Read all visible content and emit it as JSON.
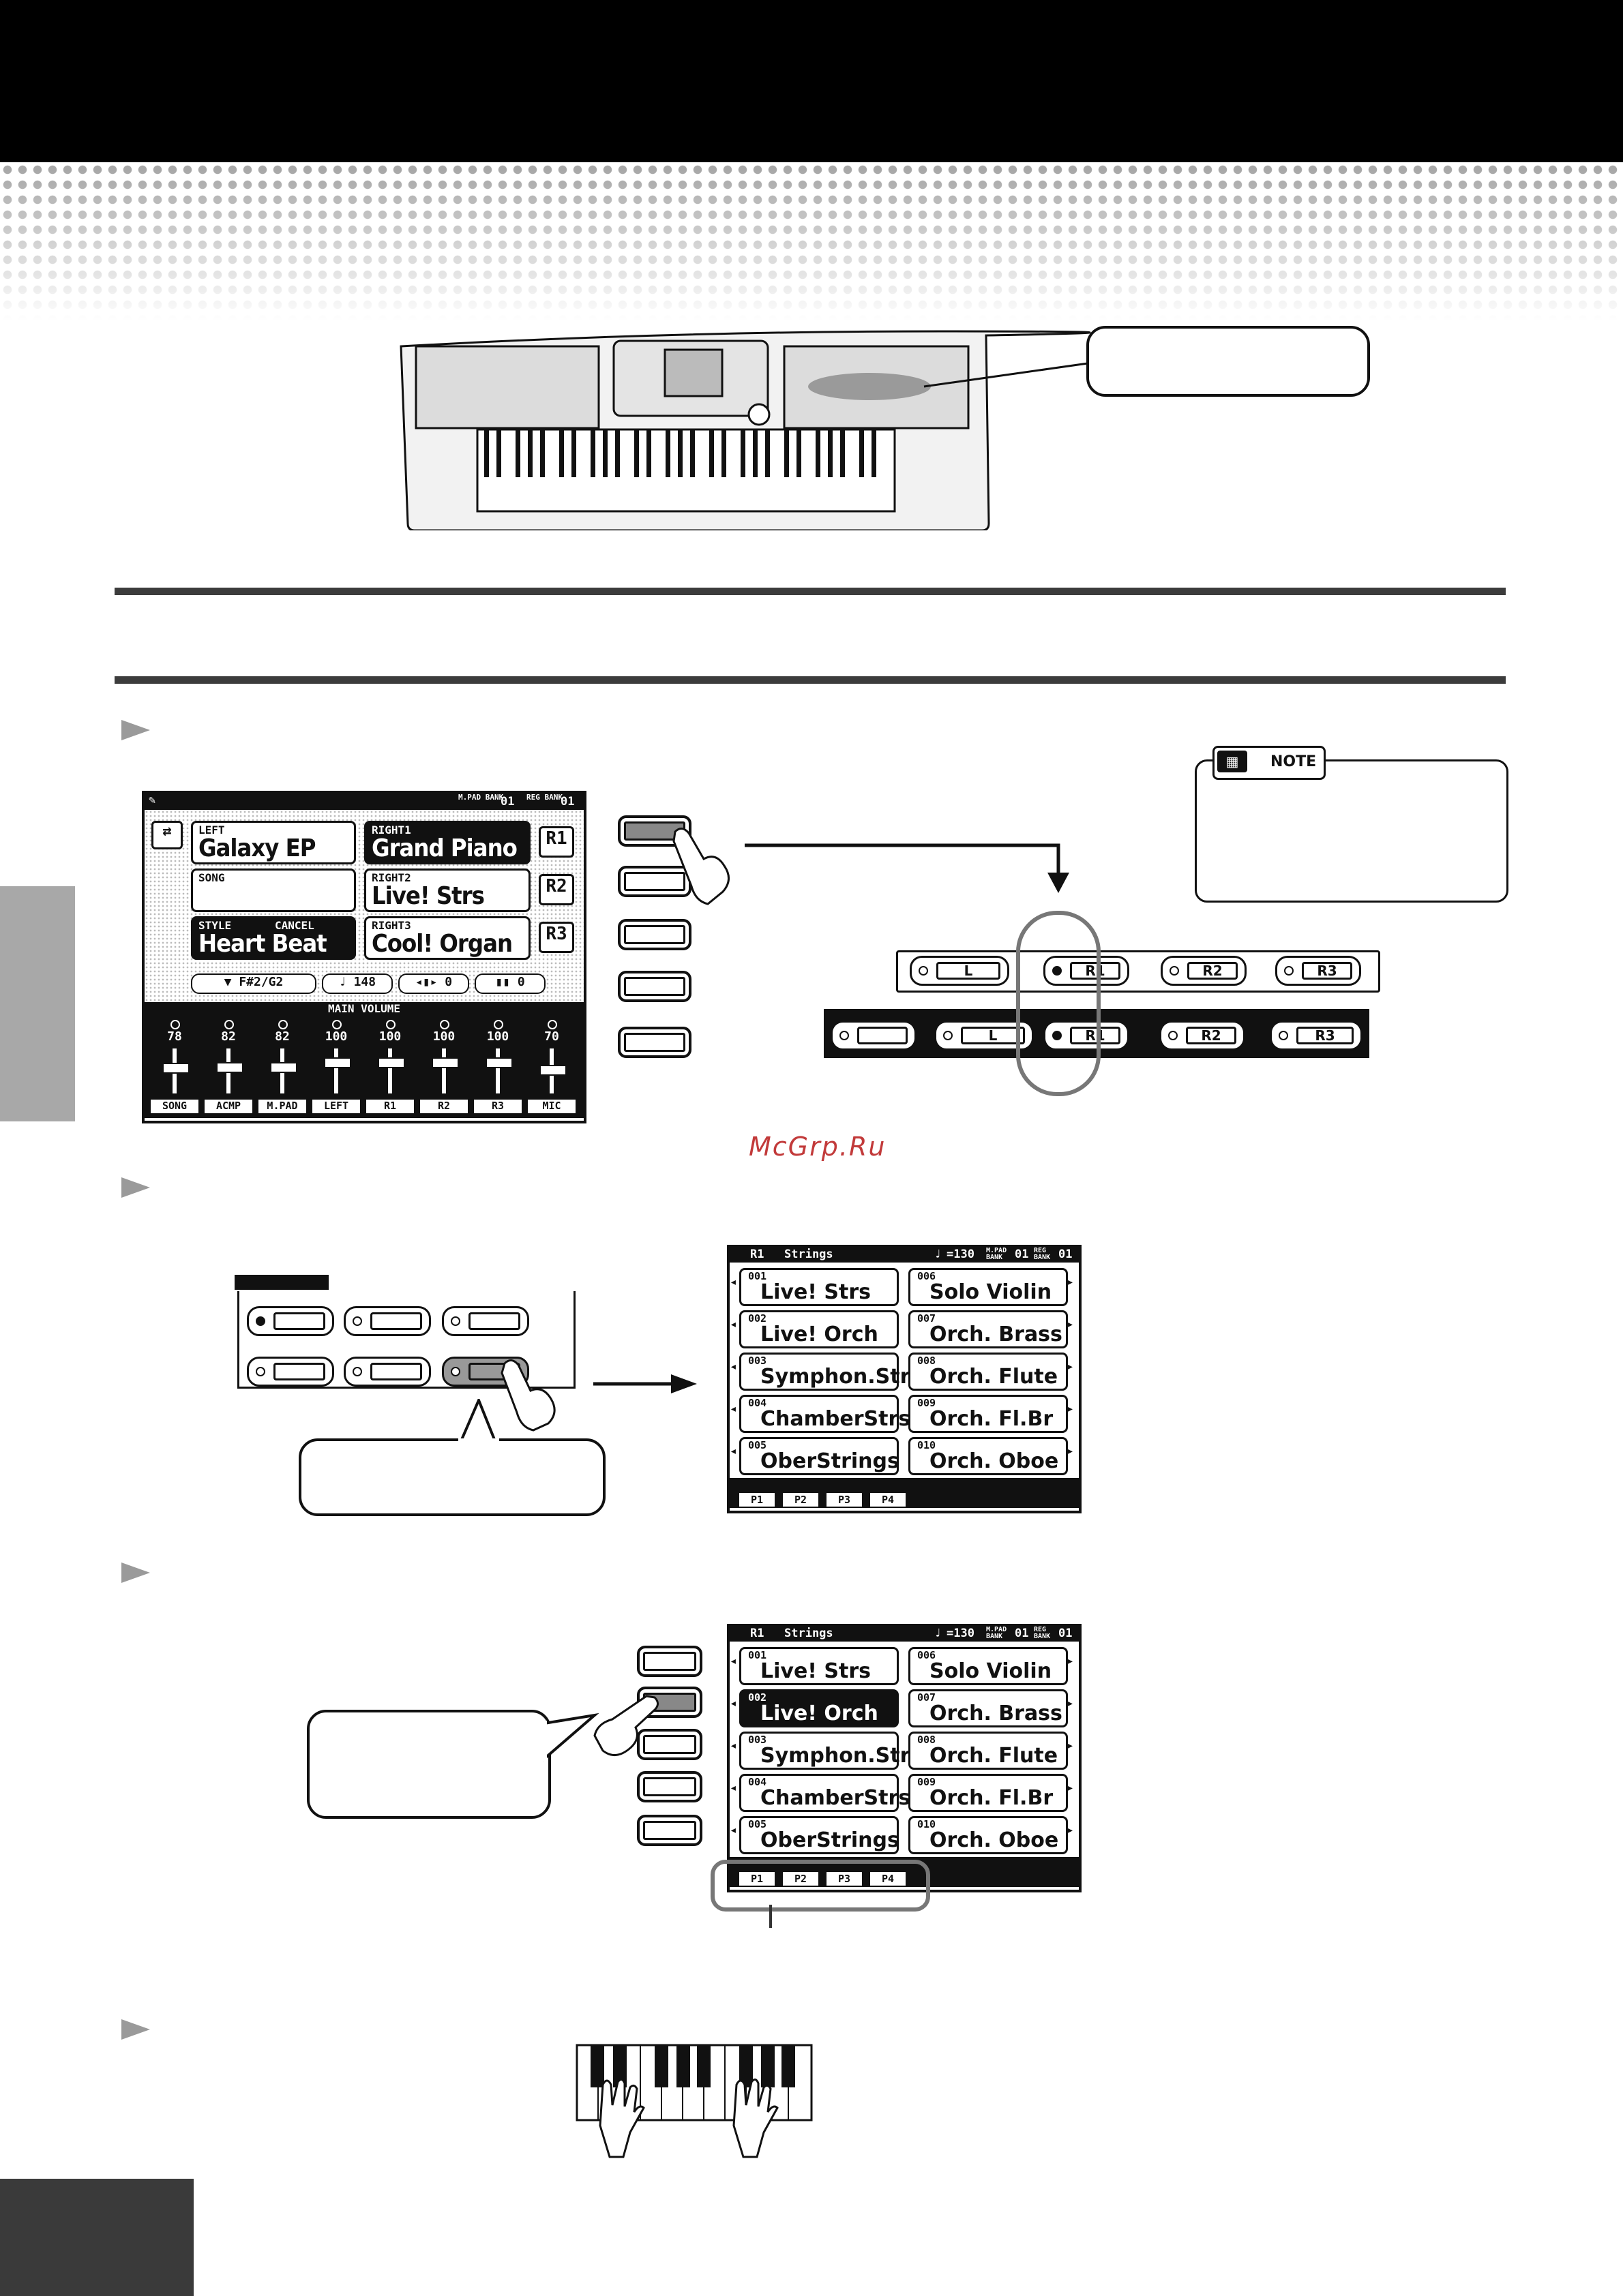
{
  "header": {
    "watermark": "McGrp.Ru"
  },
  "main_display": {
    "bank_labels": {
      "mpad_bank": "M.PAD BANK",
      "mpad_value": "01",
      "reg_bank": "REG BANK",
      "reg_value": "01"
    },
    "left": {
      "label": "LEFT",
      "name": "Galaxy EP"
    },
    "song": {
      "label": "SONG"
    },
    "style": {
      "label": "STYLE",
      "cancel": "CANCEL",
      "name": "Heart Beat"
    },
    "right1": {
      "label": "RIGHT1",
      "name": "Grand Piano",
      "button": "R1"
    },
    "right2": {
      "label": "RIGHT2",
      "name": "Live! Strs",
      "button": "R2"
    },
    "right3": {
      "label": "RIGHT3",
      "name": "Cool! Organ",
      "button": "R3"
    },
    "status": {
      "chord": "F#2/G2",
      "tempo": "148",
      "transpose": "0",
      "octave": "0"
    },
    "mixer": {
      "title": "MAIN VOLUME",
      "values": [
        "78",
        "82",
        "82",
        "100",
        "100",
        "100",
        "100",
        "70"
      ],
      "labels": [
        "SONG",
        "ACMP",
        "M.PAD",
        "LEFT",
        "R1",
        "R2",
        "R3",
        "MIC"
      ]
    }
  },
  "note": {
    "label": "NOTE"
  },
  "part_buttons": {
    "upper": [
      "L",
      "R1",
      "R2",
      "R3"
    ],
    "lower": [
      "",
      "L",
      "R1",
      "R2",
      "R3"
    ]
  },
  "voice_display": {
    "header": {
      "part": "R1",
      "category": "Strings",
      "tempo": "=130",
      "mpad": "M.PAD BANK",
      "mpad_value": "01",
      "reg": "REG BANK",
      "reg_value": "01"
    },
    "left_col": [
      {
        "num": "001",
        "name": "Live! Strs"
      },
      {
        "num": "002",
        "name": "Live! Orch"
      },
      {
        "num": "003",
        "name": "Symphon.Str"
      },
      {
        "num": "004",
        "name": "ChamberStrs"
      },
      {
        "num": "005",
        "name": "OberStrings"
      }
    ],
    "right_col": [
      {
        "num": "006",
        "name": "Solo Violin"
      },
      {
        "num": "007",
        "name": "Orch. Brass"
      },
      {
        "num": "008",
        "name": "Orch. Flute"
      },
      {
        "num": "009",
        "name": "Orch. Fl.Br"
      },
      {
        "num": "010",
        "name": "Orch. Oboe"
      }
    ],
    "pages": [
      "P1",
      "P2",
      "P3",
      "P4"
    ]
  }
}
